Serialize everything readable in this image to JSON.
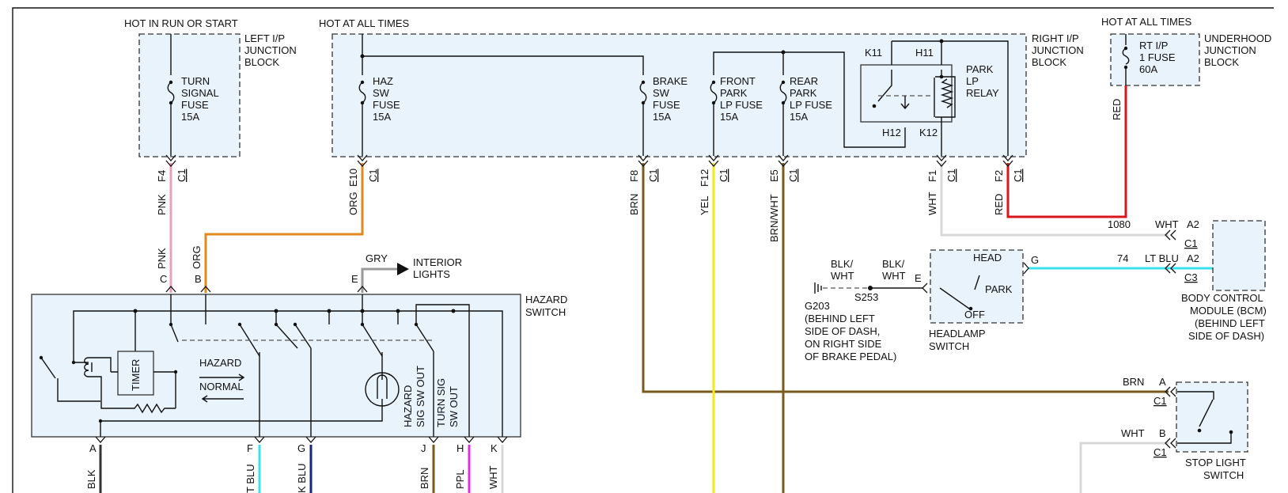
{
  "colors": {
    "pnk": "#e8a0b4",
    "org": "#e08a1e",
    "brn": "#7a5a1e",
    "yel": "#f2ea1a",
    "wht": "#d8d8d8",
    "red": "#d8161c",
    "ltblu": "#38e1ec",
    "dkblu": "#1a237e",
    "ppl": "#e02fe0",
    "blk": "#333333",
    "gry": "#9a9a9a"
  },
  "headers": {
    "hot_run_start": "HOT IN RUN OR START",
    "hot_all_1": "HOT AT ALL TIMES",
    "hot_all_2": "HOT AT ALL TIMES"
  },
  "blocks": {
    "left_ip": [
      "LEFT I/P",
      "JUNCTION",
      "BLOCK"
    ],
    "right_ip": [
      "RIGHT I/P",
      "JUNCTION",
      "BLOCK"
    ],
    "underhood": [
      "UNDERHOOD",
      "JUNCTION",
      "BLOCK"
    ]
  },
  "fuses": {
    "turn": [
      "TURN",
      "SIGNAL",
      "FUSE",
      "15A"
    ],
    "haz": [
      "HAZ",
      "SW",
      "FUSE",
      "15A"
    ],
    "brake": [
      "BRAKE",
      "SW",
      "FUSE",
      "15A"
    ],
    "front": [
      "FRONT",
      "PARK",
      "LP FUSE",
      "15A"
    ],
    "rear": [
      "REAR",
      "PARK",
      "LP FUSE",
      "15A"
    ],
    "rtip": [
      "RT I/P",
      "1 FUSE",
      "60A"
    ]
  },
  "relay": {
    "label": [
      "PARK",
      "LP",
      "RELAY"
    ],
    "k11": "K11",
    "h11": "H11",
    "h12": "H12",
    "k12": "K12"
  },
  "connectors": {
    "f4": "F4",
    "e10": "E10",
    "f8": "F8",
    "f12": "F12",
    "e5": "E5",
    "f1": "F1",
    "f2": "F2",
    "c1": "C1"
  },
  "wires": {
    "pnk": "PNK",
    "org": "ORG",
    "brn": "BRN",
    "yel": "YEL",
    "brnwht": "BRN/WHT",
    "wht": "WHT",
    "red": "RED",
    "gry": "GRY",
    "ltblu": "LT BLU",
    "blk": "BLK",
    "t_blu": "T BLU",
    "k_blu": "K BLU",
    "ppl": "PPL",
    "blkwht_1": "BLK/",
    "blkwht_2": "WHT",
    "n1080": "1080",
    "n74": "74"
  },
  "hazard_switch": {
    "title": [
      "HAZARD",
      "SWITCH"
    ],
    "timer": "TIMER",
    "hazard": "HAZARD",
    "normal": "NORMAL",
    "hazard_sig": [
      "HAZARD",
      "SIG SW OUT"
    ],
    "turn_sig": [
      "TURN SIG",
      "SW OUT"
    ],
    "pins": {
      "C": "C",
      "B": "B",
      "E": "E",
      "A": "A",
      "F": "F",
      "G": "G",
      "J": "J",
      "H": "H",
      "K": "K"
    }
  },
  "interior": [
    "INTERIOR",
    "LIGHTS"
  ],
  "ground": {
    "g203": [
      "G203",
      "(BEHIND LEFT",
      "SIDE OF DASH,",
      "ON RIGHT SIDE",
      "OF BRAKE PEDAL)"
    ],
    "s253": "S253"
  },
  "headlamp": {
    "title": [
      "HEADLAMP",
      "SWITCH"
    ],
    "head": "HEAD",
    "park": "PARK",
    "off": "OFF",
    "pin_e": "E",
    "pin_g": "G"
  },
  "bcm": {
    "title": [
      "BODY CONTROL",
      "MODULE (BCM)",
      "(BEHIND LEFT",
      "SIDE OF DASH)"
    ],
    "a2": "A2",
    "c1": "C1",
    "c3": "C3"
  },
  "stop_switch": {
    "title": [
      "STOP LIGHT",
      "SWITCH"
    ],
    "a": "A",
    "b": "B",
    "c1": "C1"
  }
}
